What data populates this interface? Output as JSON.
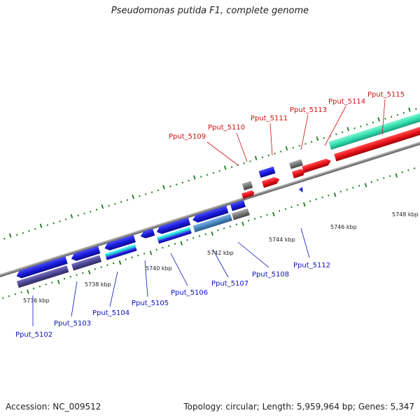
{
  "title": "Pseudomonas putida F1, complete genome",
  "footer": {
    "accession": "Accession: NC_009512",
    "summary": "Topology: circular; Length: 5,959,964 bp; Genes: 5,347"
  },
  "kbp_labels": [
    "5736 kbp",
    "5738 kbp",
    "5740 kbp",
    "5742 kbp",
    "5744 kbp",
    "5746 kbp",
    "5748 kbp"
  ],
  "genes_forward": [
    "Pput_5109",
    "Pput_5110",
    "Pput_5111",
    "Pput_5113",
    "Pput_5114",
    "Pput_5115"
  ],
  "genes_reverse": [
    "Pput_5102",
    "Pput_5103",
    "Pput_5104",
    "Pput_5105",
    "Pput_5106",
    "Pput_5107",
    "Pput_5108",
    "Pput_5112"
  ],
  "colors": {
    "forward": "#e8141c",
    "reverse": "#1b1bd8",
    "teal": "#33e0b0",
    "cyan": "#22e0e8",
    "gray": "#777777",
    "purple": "#4c4595",
    "steel": "#4a86c0",
    "tick": "#1a7a1a",
    "backbone": "#8a8a8a"
  }
}
